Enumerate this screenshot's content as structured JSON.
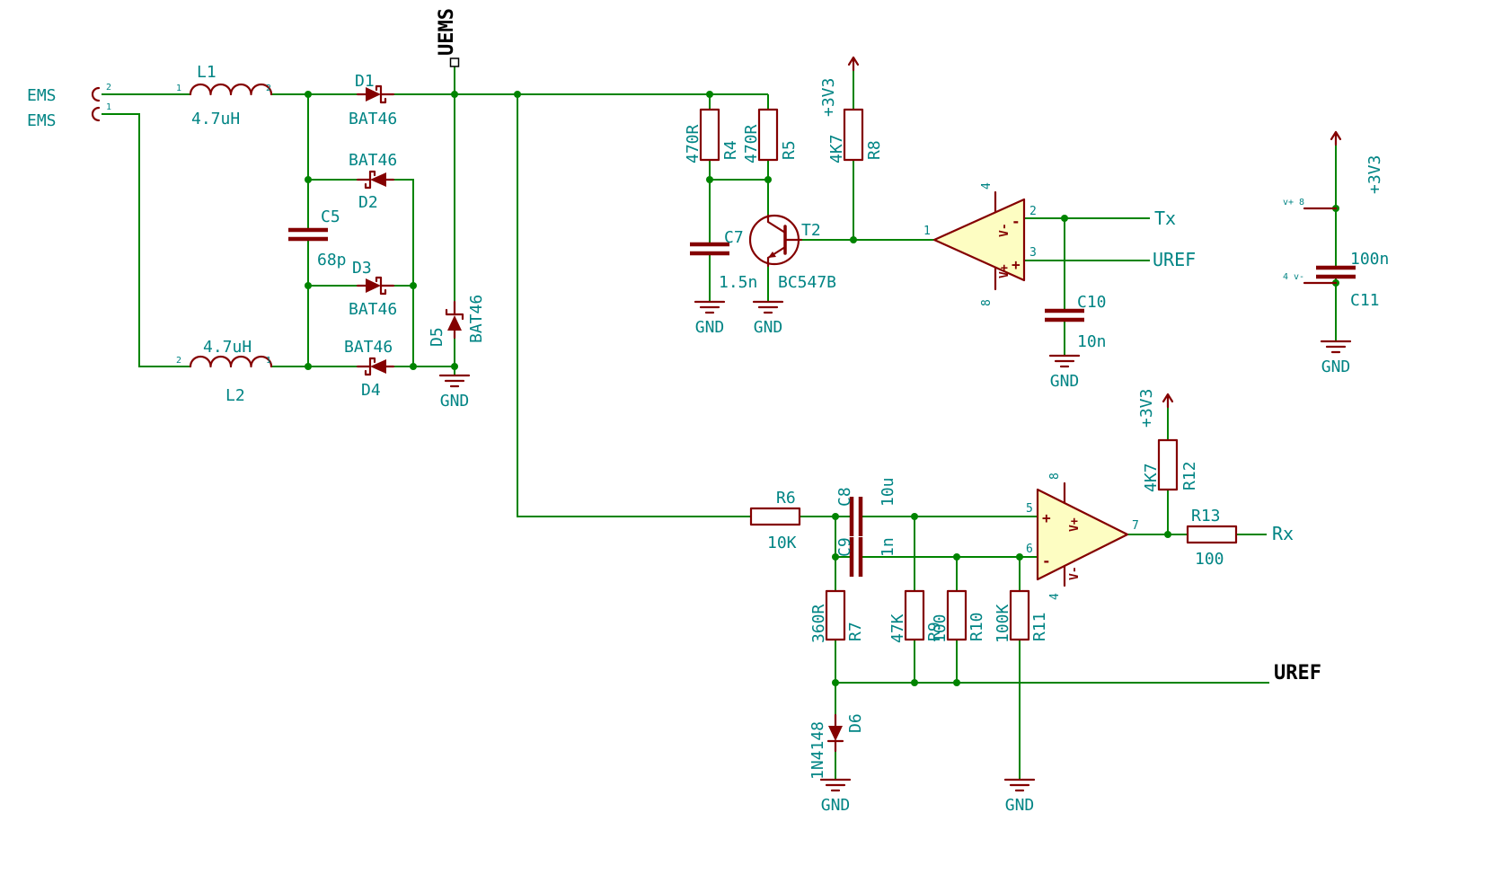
{
  "colors": {
    "wire": "#008400",
    "symbol": "#840000",
    "text": "#008484",
    "net_label": "#000000",
    "opamp_fill": "#fdfdc2",
    "background": "#ffffff"
  },
  "nets": {
    "uems": "UEMS",
    "tx": "Tx",
    "uref": "UREF",
    "rx": "Rx",
    "uref_bottom": "UREF",
    "gnd": "GND",
    "v3v3": "+3V3"
  },
  "connector": {
    "label_top": "EMS",
    "label_bottom": "EMS",
    "pin_top": "2",
    "pin_bottom": "1"
  },
  "components": {
    "L1": {
      "ref": "L1",
      "value": "4.7uH",
      "pin_left": "1",
      "pin_right": "2"
    },
    "L2": {
      "ref": "L2",
      "value": "4.7uH",
      "pin_left": "2",
      "pin_right": "1"
    },
    "D1": {
      "ref": "D1",
      "value": "BAT46"
    },
    "D2": {
      "ref": "D2",
      "value": "BAT46"
    },
    "D3": {
      "ref": "D3",
      "value": "BAT46"
    },
    "D4": {
      "ref": "D4",
      "value": "BAT46"
    },
    "D5": {
      "ref": "D5",
      "value": "BAT46"
    },
    "D6": {
      "ref": "D6",
      "value": "1N4148"
    },
    "C5": {
      "ref": "C5",
      "value": "68p"
    },
    "C7": {
      "ref": "C7",
      "value": "1.5n"
    },
    "C8": {
      "ref": "C8",
      "value": "10u"
    },
    "C9": {
      "ref": "C9",
      "value": "1n"
    },
    "C10": {
      "ref": "C10",
      "value": "10n"
    },
    "C11": {
      "ref": "C11",
      "value": "100n"
    },
    "R4": {
      "ref": "R4",
      "value": "470R"
    },
    "R5": {
      "ref": "R5",
      "value": "470R"
    },
    "R6": {
      "ref": "R6",
      "value": "10K"
    },
    "R7": {
      "ref": "R7",
      "value": "360R"
    },
    "R8": {
      "ref": "R8",
      "value": "4K7"
    },
    "R9": {
      "ref": "R9",
      "value": "47K"
    },
    "R10": {
      "ref": "R10",
      "value": "100"
    },
    "R11": {
      "ref": "R11",
      "value": "100K"
    },
    "R12": {
      "ref": "R12",
      "value": "4K7"
    },
    "R13": {
      "ref": "R13",
      "value": "100"
    },
    "T2": {
      "ref": "T2",
      "value": "BC547B"
    }
  },
  "opamp1": {
    "pin_out": "1",
    "pin_in_minus": "2",
    "pin_in_plus": "3",
    "pin_v_top": "4",
    "pin_v_bottom": "8",
    "minus": "-",
    "plus": "+",
    "v_plus": "V+",
    "v_minus": "V-"
  },
  "opamp2": {
    "pin_in_plus": "5",
    "pin_in_minus": "6",
    "pin_out": "7",
    "pin_v_top": "8",
    "pin_v_bottom": "4",
    "minus": "-",
    "plus": "+",
    "v_plus": "V+",
    "v_minus": "V-"
  },
  "power_unit": {
    "pin_vplus": "v+ 8",
    "pin_vminus": "4 v-"
  }
}
